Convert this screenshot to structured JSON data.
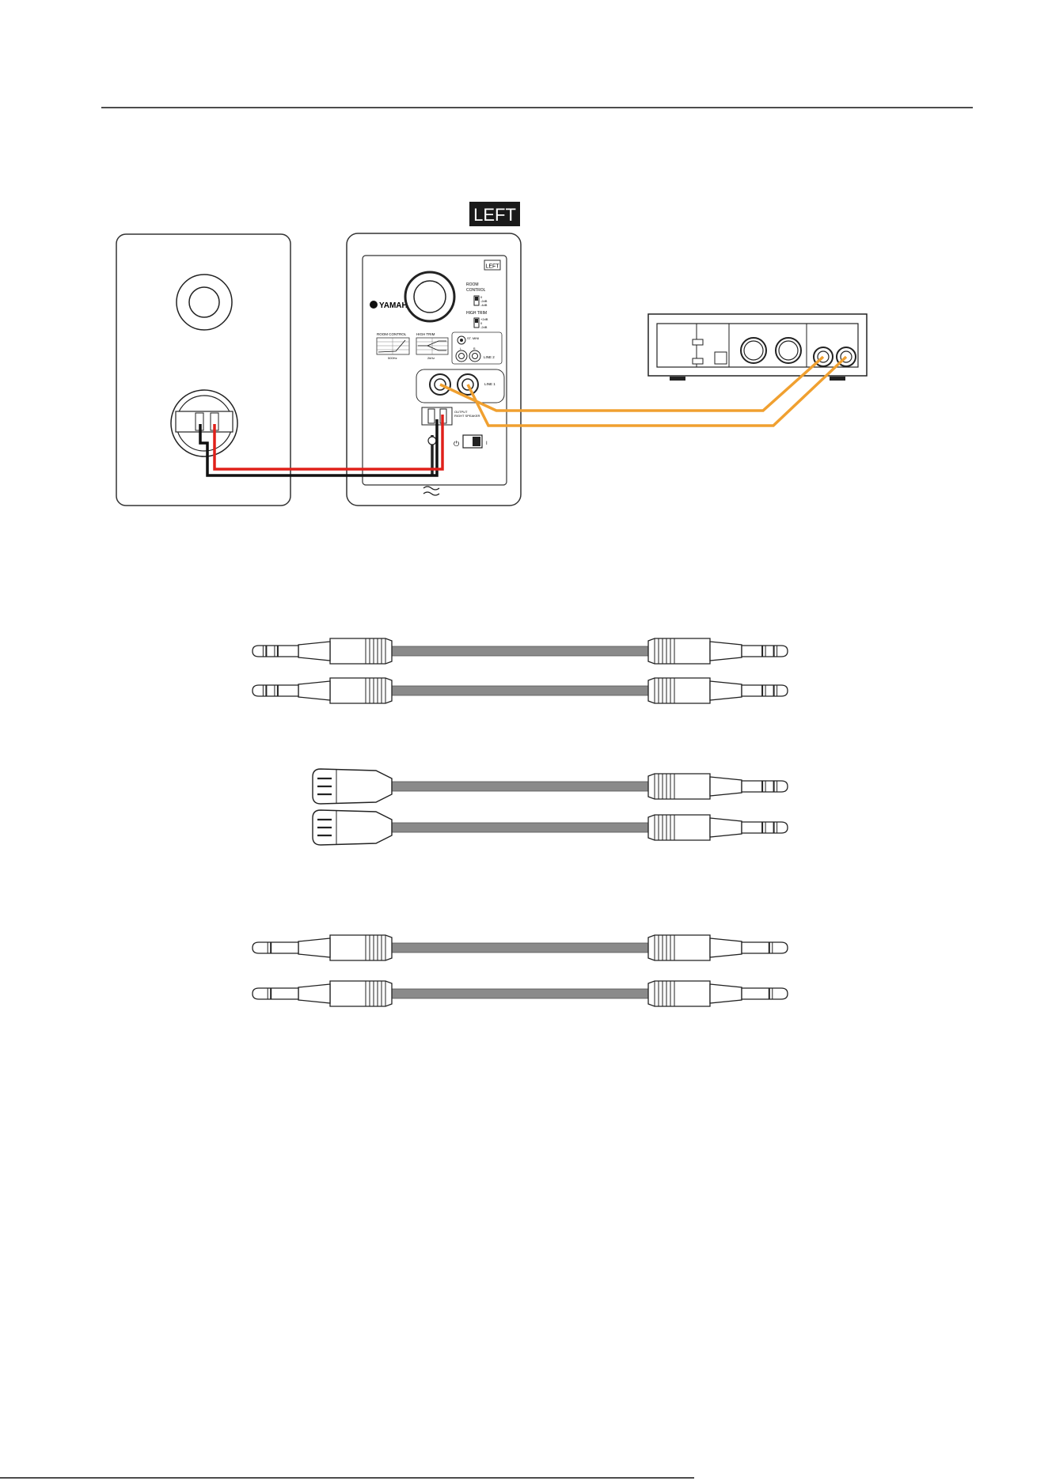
{
  "diagram": {
    "left_badge": "LEFT",
    "rear_panel": {
      "side_label": "LEFT",
      "brand": "YAMAHA",
      "room_control": {
        "title_line1": "ROOM",
        "title_line2": "CONTROL",
        "options": [
          "0",
          "-2dB",
          "-4dB"
        ],
        "curve_label": "ROOM CONTROL",
        "freq": "500Hz"
      },
      "high_trim": {
        "title": "HIGH TRIM",
        "options": [
          "+2dB",
          "0",
          "-2dB"
        ],
        "curve_label": "HIGH TRIM",
        "freq": "2kHz"
      },
      "line2": {
        "level_label": "ST. MINI",
        "jack_l": "L",
        "jack_r": "R",
        "label": "LINE 2"
      },
      "line1": {
        "label": "LINE 1"
      },
      "output": {
        "line1": "OUTPUT",
        "line2": "RIGHT SPEAKER"
      },
      "power": {
        "off": "⏻",
        "on": "I"
      }
    },
    "wire_colors": {
      "speaker_positive": "#e0201a",
      "speaker_negative": "#111111",
      "audio": "#f0a030"
    }
  },
  "cables": {
    "color": "#8a8a8a",
    "groups": [
      {
        "left_end": "trs",
        "right_end": "trs"
      },
      {
        "left_end": "xlr",
        "right_end": "trs"
      },
      {
        "left_end": "ts",
        "right_end": "ts"
      }
    ]
  }
}
